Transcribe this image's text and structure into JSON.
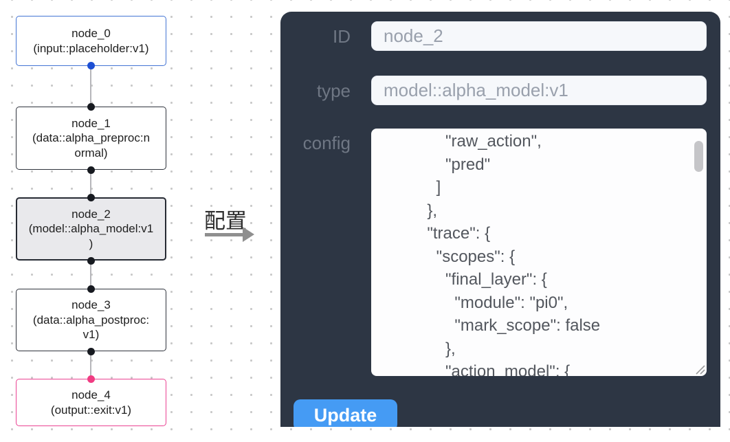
{
  "flow": {
    "nodes": [
      {
        "label": "node_0\n(input::placeholder:v1)",
        "variant": "input"
      },
      {
        "label": "node_1\n(data::alpha_preproc:n\normal)",
        "variant": "default"
      },
      {
        "label": "node_2\n(model::alpha_model:v1\n)",
        "variant": "selected"
      },
      {
        "label": "node_3\n(data::alpha_postproc:\nv1)",
        "variant": "default"
      },
      {
        "label": "node_4\n(output::exit:v1)",
        "variant": "output"
      }
    ]
  },
  "arrow": {
    "label": "配置"
  },
  "panel": {
    "id_field": {
      "label": "ID",
      "value": "node_2"
    },
    "type_field": {
      "label": "type",
      "value": "model::alpha_model:v1"
    },
    "config_field": {
      "label": "config",
      "value": "            \"raw_action\",\n            \"pred\"\n          ]\n        },\n        \"trace\": {\n          \"scopes\": {\n            \"final_layer\": {\n              \"module\": \"pi0\",\n              \"mark_scope\": false\n            },\n            \"action_model\": {"
    },
    "update_button": "Update"
  },
  "colors": {
    "panel_background": "#2d3644",
    "button_accent": "#459bf4",
    "input_node_border": "#4374d4",
    "output_node_border": "#ea4292",
    "default_node_border": "#2f333c",
    "selected_node_background": "#e9e9ec",
    "handle_blue": "#1d4fd4",
    "handle_pink": "#f03c82",
    "handle_black": "#171a20"
  }
}
